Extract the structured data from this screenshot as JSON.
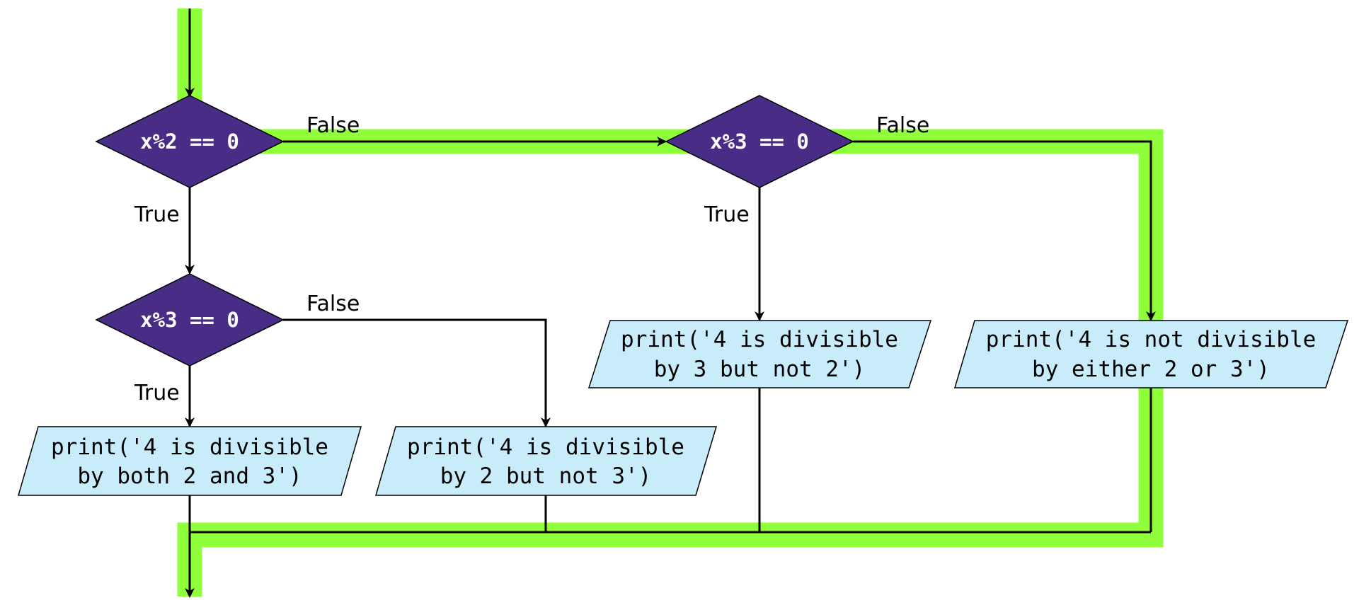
{
  "colors": {
    "highlight": "#8fff3b",
    "decision_fill": "#482c86",
    "output_fill": "#c8ecfa",
    "line": "#000000"
  },
  "decisions": {
    "d1": "x%2 == 0",
    "d2": "x%3 == 0",
    "d3": "x%3 == 0"
  },
  "outputs": {
    "o1": [
      "print('4 is divisible",
      "by both 2 and 3')"
    ],
    "o2": [
      "print('4 is divisible",
      "by 2 but not 3')"
    ],
    "o3": [
      "print('4 is divisible",
      "by 3 but not 2')"
    ],
    "o4": [
      "print('4 is not divisible",
      "by either 2 or 3')"
    ]
  },
  "edge_labels": {
    "d1_false": "False",
    "d1_true": "True",
    "d2_false": "False",
    "d2_true": "True",
    "d3_false": "False",
    "d3_true": "True"
  }
}
